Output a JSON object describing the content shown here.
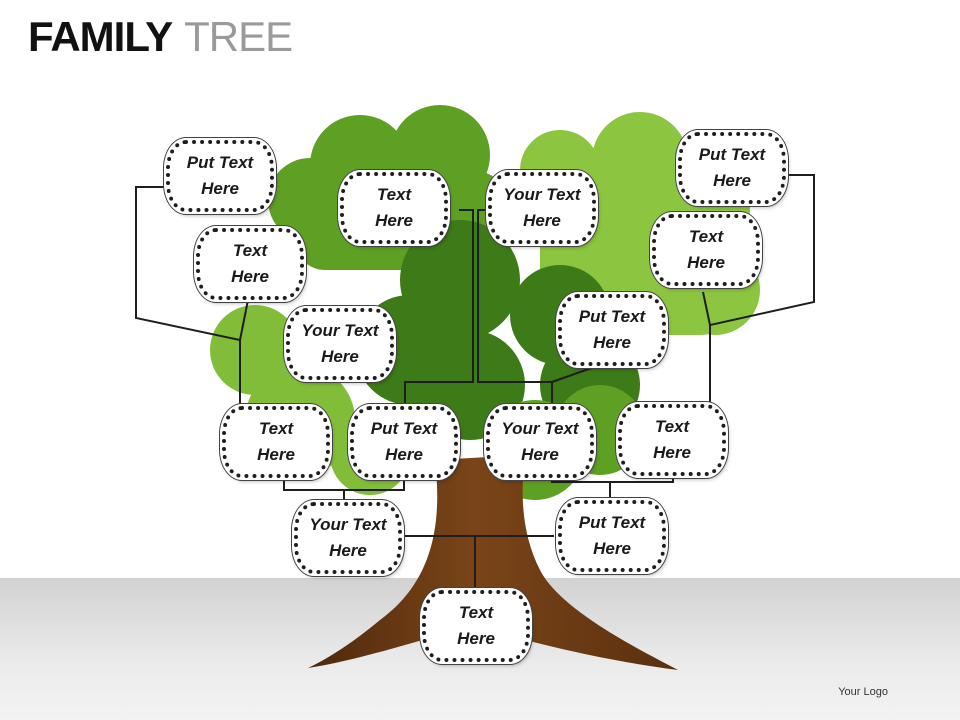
{
  "title": {
    "bold": "FAMILY",
    "light": "TREE"
  },
  "colors": {
    "leaf_dark": "#3d7a18",
    "leaf_mid": "#5ea024",
    "leaf_light": "#8cc540",
    "trunk": "#6a3a14",
    "connector": "#1e1e1e"
  },
  "nodes": [
    {
      "id": "n1",
      "label": "Put Text\nHere"
    },
    {
      "id": "n2",
      "label": "Text\nHere"
    },
    {
      "id": "n3",
      "label": "Your Text\nHere"
    },
    {
      "id": "n4",
      "label": "Put Text\nHere"
    },
    {
      "id": "n5",
      "label": "Text\nHere"
    },
    {
      "id": "n6",
      "label": "Text\nHere"
    },
    {
      "id": "n7",
      "label": "Your Text\nHere"
    },
    {
      "id": "n8",
      "label": "Put Text\nHere"
    },
    {
      "id": "n9",
      "label": "Text\nHere"
    },
    {
      "id": "n10",
      "label": "Put Text\nHere"
    },
    {
      "id": "n11",
      "label": "Your Text\nHere"
    },
    {
      "id": "n12",
      "label": "Text\nHere"
    },
    {
      "id": "n13",
      "label": "Your Text\nHere"
    },
    {
      "id": "n14",
      "label": "Put Text\nHere"
    },
    {
      "id": "n15",
      "label": "Text\nHere"
    }
  ],
  "logo": "Your Logo"
}
